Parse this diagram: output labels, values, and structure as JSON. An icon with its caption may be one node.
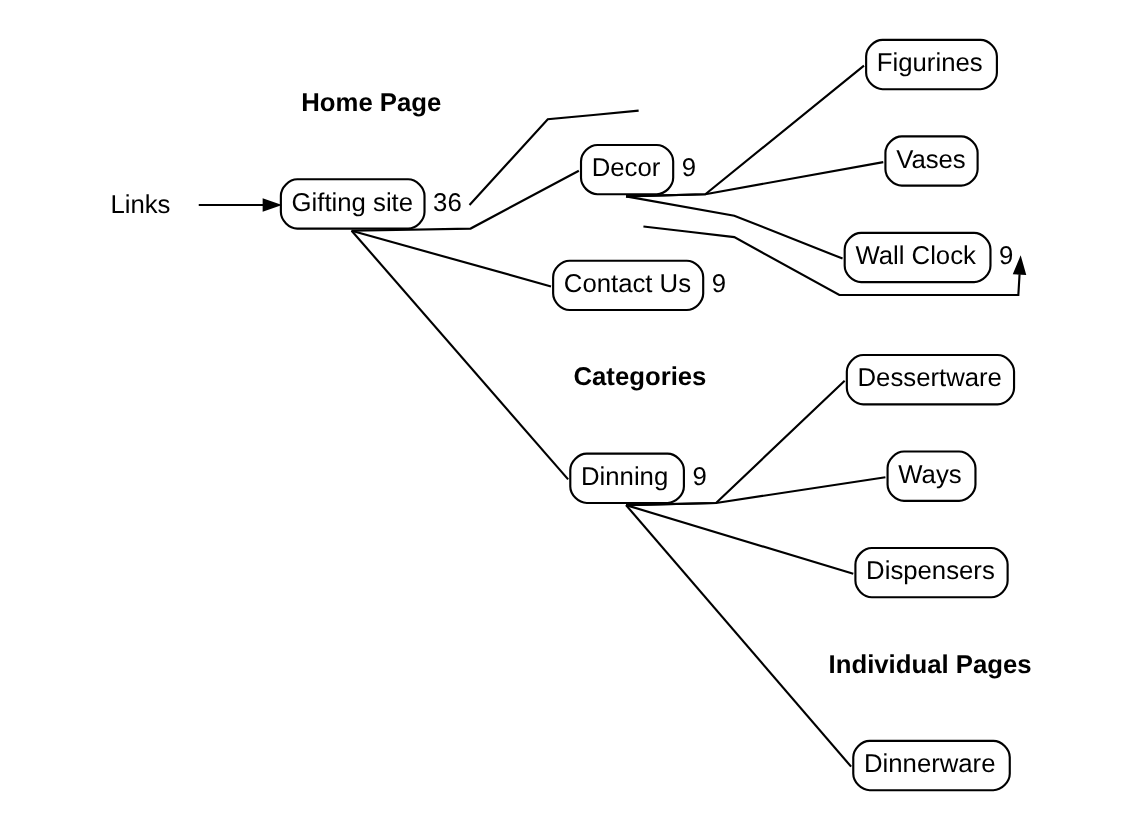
{
  "diagram": {
    "nodes": [
      {
        "text": [
          "Links"
        ]
      },
      {
        "text": [
          "Gifting site"
        ],
        "beside": [
          "36"
        ]
      },
      {
        "text": [
          "Dinning"
        ],
        "beside": [
          "9"
        ]
      },
      {
        "text": [
          "Dinnerware"
        ]
      },
      {
        "text": [
          "Dessertware"
        ]
      },
      {
        "text": [
          "Ways"
        ]
      },
      {
        "text": [
          "Dispensers"
        ]
      },
      {
        "text": [
          "Decor"
        ],
        "beside": [
          "9"
        ]
      },
      {
        "text": [
          "Figurines"
        ]
      },
      {
        "text": [
          "Wall Clock"
        ],
        "beside": [
          "9"
        ]
      },
      {
        "text": [
          "Vases"
        ]
      },
      {
        "text": [
          "Contact Us"
        ],
        "beside": [
          "9"
        ]
      }
    ],
    "edges": [
      {
        "from": 0,
        "to": 1,
        "arrow": "to"
      },
      {
        "from": 1,
        "to": null,
        "arrow": "none"
      },
      {
        "from": 1,
        "to": 2,
        "arrow": "none"
      },
      {
        "from": 2,
        "to": 3,
        "arrow": "none"
      },
      {
        "from": 2,
        "to": 4,
        "arrow": "none"
      },
      {
        "from": 2,
        "to": 5,
        "arrow": "none"
      },
      {
        "from": 2,
        "to": 6,
        "arrow": "none"
      },
      {
        "from": 1,
        "to": 7,
        "arrow": "none"
      },
      {
        "from": 7,
        "to": 8,
        "arrow": "none"
      },
      {
        "from": 7,
        "to": 9,
        "arrow": "none"
      },
      {
        "from": 7,
        "to": 10,
        "arrow": "none"
      },
      {
        "from": 1,
        "to": 11,
        "arrow": "none"
      },
      {
        "from": null,
        "to": 9,
        "arrow": "to"
      }
    ],
    "labels": [
      "Home Page",
      "Categories",
      "Individual Pages"
    ]
  }
}
